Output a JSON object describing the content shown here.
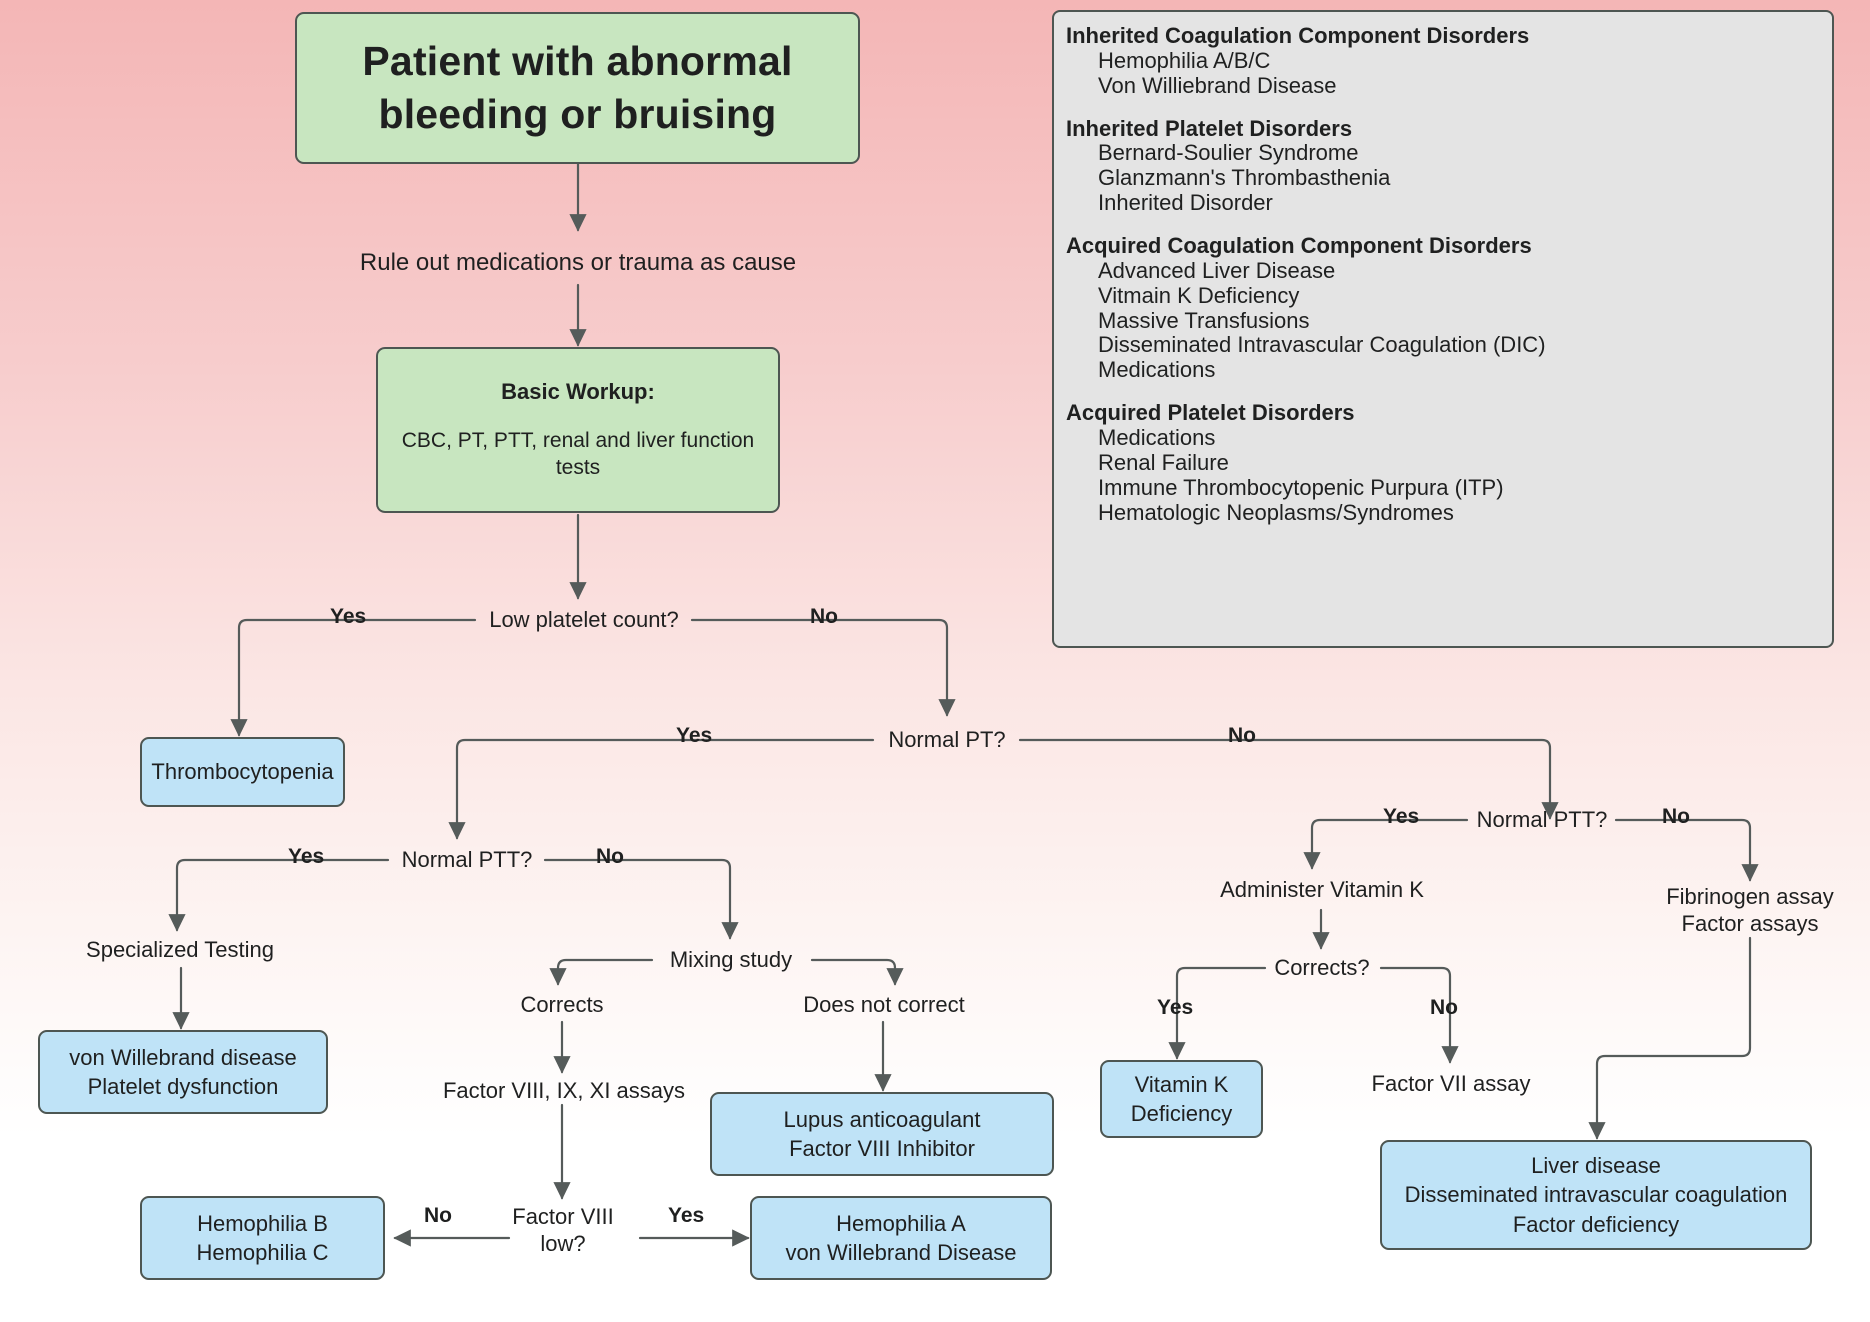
{
  "diagram": {
    "title_node": "Patient with abnormal\nbleeding or bruising",
    "rule_out": "Rule out medications or trauma as cause",
    "workup_head": "Basic Workup:",
    "workup_body": "CBC, PT, PTT, renal and liver function\ntests",
    "q_low_platelet": "Low platelet count?",
    "thrombocytopenia": "Thrombocytopenia",
    "q_normal_pt": "Normal PT?",
    "q_normal_ptt_left": "Normal PTT?",
    "q_normal_ptt_right": "Normal PTT?",
    "specialized_testing": "Specialized Testing",
    "vwd_box": "von Willebrand disease\nPlatelet dysfunction",
    "mixing_study": "Mixing study",
    "corrects": "Corrects",
    "does_not_correct": "Does not correct",
    "factor_assays": "Factor VIII, IX, XI assays",
    "lupus_box": "Lupus anticoagulant\nFactor VIII Inhibitor",
    "q_factor_viii_low": "Factor VIII\nlow?",
    "hemophilia_bc_box": "Hemophilia B\nHemophilia C",
    "hemophilia_a_box": "Hemophilia A\nvon Willebrand Disease",
    "administer_vit_k": "Administer Vitamin K",
    "q_corrects": "Corrects?",
    "vitamin_k_def_box": "Vitamin K\nDeficiency",
    "factor_vii_assay": "Factor VII assay",
    "fibrinogen_assay": "Fibrinogen assay\nFactor assays",
    "liver_disease_box": "Liver disease\nDisseminated intravascular coagulation\nFactor deficiency"
  },
  "edge_labels": {
    "platelet_yes": "Yes",
    "platelet_no": "No",
    "pt_yes": "Yes",
    "pt_no": "No",
    "ptt_left_yes": "Yes",
    "ptt_left_no": "No",
    "ptt_right_yes": "Yes",
    "ptt_right_no": "No",
    "corrects_yes": "Yes",
    "corrects_no": "No",
    "factor8_no": "No",
    "factor8_yes": "Yes"
  },
  "legend": {
    "groups": [
      {
        "heading": "Inherited Coagulation Component Disorders",
        "items": [
          "Hemophilia A/B/C",
          "Von Williebrand Disease"
        ]
      },
      {
        "heading": "Inherited Platelet Disorders",
        "items": [
          "Bernard-Soulier Syndrome",
          "Glanzmann's Thrombasthenia",
          "Inherited Disorder"
        ]
      },
      {
        "heading": "Acquired Coagulation Component Disorders",
        "items": [
          "Advanced Liver Disease",
          "Vitmain K Deficiency",
          "Massive Transfusions",
          "Disseminated Intravascular Coagulation (DIC)",
          "Medications"
        ]
      },
      {
        "heading": "Acquired Platelet Disorders",
        "items": [
          "Medications",
          "Renal Failure",
          "Immune Thrombocytopenic Purpura (ITP)",
          "Hematologic Neoplasms/Syndromes"
        ]
      }
    ]
  },
  "colors": {
    "green_fill": "#c8e6c0",
    "blue_fill": "#bfe3f7",
    "legend_fill": "#e4e4e4",
    "stroke": "#4d5652",
    "text": "#1f2020",
    "background_top": "#f4b6b6"
  }
}
